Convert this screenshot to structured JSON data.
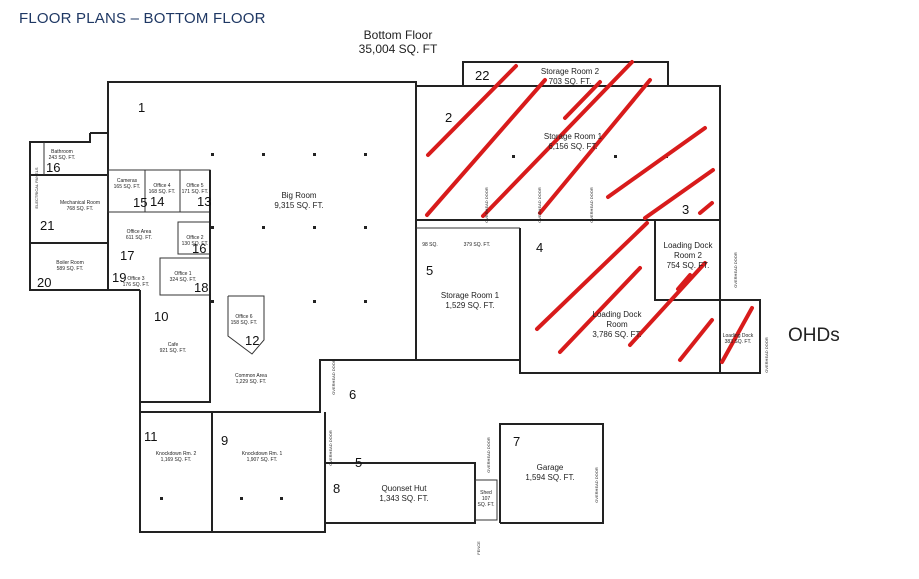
{
  "page_title": "FLOOR PLANS – BOTTOM FLOOR",
  "floor": {
    "name": "Bottom Floor",
    "area": "35,004 SQ. FT"
  },
  "ohds_label": "OHDs",
  "rooms": {
    "storage2": {
      "name": "Storage Room 2",
      "area": "703 SQ. FT."
    },
    "storage1": {
      "name": "Storage Room 1",
      "area": "6,156 SQ. FT."
    },
    "bigroom": {
      "name": "Big Room",
      "area": "9,315 SQ. FT."
    },
    "storage1b": {
      "name": "Storage Room 1",
      "area": "1,529 SQ. FT."
    },
    "loadingdock": {
      "name": "Loading Dock",
      "name2": "Room",
      "area": "3,786 SQ. FT."
    },
    "loadingdock2": {
      "name": "Loading Dock",
      "name2": "Room 2",
      "area": "754 SQ. FT."
    },
    "loadingdock_small": {
      "name": "Loading Dock",
      "area": "383 SQ. FT."
    },
    "bathroom": {
      "name": "Bathroom",
      "area": "243 SQ. FT."
    },
    "mechanical": {
      "name": "Mechanical Room",
      "area": "768 SQ. FT."
    },
    "boiler": {
      "name": "Boiler Room",
      "area": "589 SQ. FT."
    },
    "cameras": {
      "name": "Cameras",
      "area": "165 SQ. FT."
    },
    "office4": {
      "name": "Office 4",
      "area": "168 SQ. FT."
    },
    "office5": {
      "name": "Office 5",
      "area": "171 SQ. FT."
    },
    "officearea": {
      "name": "Office Area",
      "area": "611 SQ. FT."
    },
    "office2": {
      "name": "Office 2",
      "area": "130 SQ. FT."
    },
    "office1": {
      "name": "Office 1",
      "area": "324 SQ. FT."
    },
    "office3": {
      "name": "Office 3",
      "area": "176 SQ. FT."
    },
    "office6": {
      "name": "Office 6",
      "area": "158 SQ. FT."
    },
    "cafe": {
      "name": "Cafe",
      "area": "921 SQ. FT."
    },
    "common": {
      "name": "Common Area",
      "area": "1,229 SQ. FT."
    },
    "knockdown2": {
      "name": "Knockdown Rm. 2",
      "area": "1,169 SQ. FT."
    },
    "knockdown1": {
      "name": "Knockdown Rm. 1",
      "area": "1,907 SQ. FT."
    },
    "quonset": {
      "name": "Quonset Hut",
      "area": "1,343 SQ. FT."
    },
    "shed": {
      "name": "Shed",
      "area": "107",
      "unit": "SQ. FT."
    },
    "garage": {
      "name": "Garage",
      "area": "1,594 SQ. FT."
    },
    "small98": {
      "area": "98 SQ."
    },
    "small379": {
      "area": "379 SQ. FT."
    }
  },
  "numbers": [
    "1",
    "2",
    "3",
    "4",
    "5",
    "5",
    "6",
    "7",
    "8",
    "9",
    "10",
    "11",
    "12",
    "13",
    "14",
    "15",
    "16",
    "16",
    "17",
    "18",
    "19",
    "20",
    "21",
    "22"
  ],
  "labels": {
    "electrical": "ELECTRICAL PANELS",
    "overhead": "OVERHEAD DOOR",
    "fence": "FENCE"
  }
}
